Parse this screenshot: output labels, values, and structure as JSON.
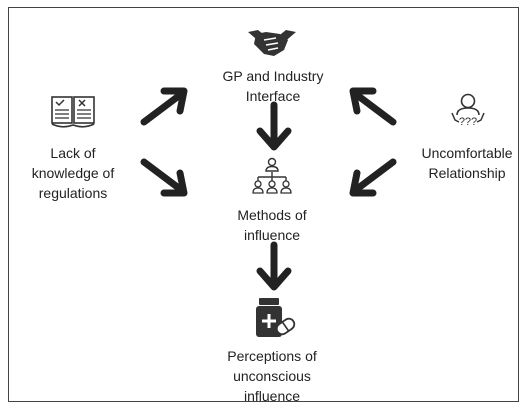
{
  "nodes": {
    "gp_industry": "GP and Industry\nInterface",
    "lack_knowledge": "Lack of\nknowledge of\nregulations",
    "uncomfortable": "Uncomfortable\nRelationship",
    "methods": "Methods of\ninfluence",
    "perceptions": "Perceptions of\nunconscious\ninfluence"
  },
  "icons": {
    "gp_industry": "handshake-icon",
    "lack_knowledge": "checklist-book-icon",
    "uncomfortable": "confused-person-icon",
    "methods": "hierarchy-people-icon",
    "perceptions": "medicine-bottle-pills-icon"
  },
  "colors": {
    "arrow": "#222222",
    "text": "#222222",
    "icon": "#333333",
    "border": "#444444"
  }
}
